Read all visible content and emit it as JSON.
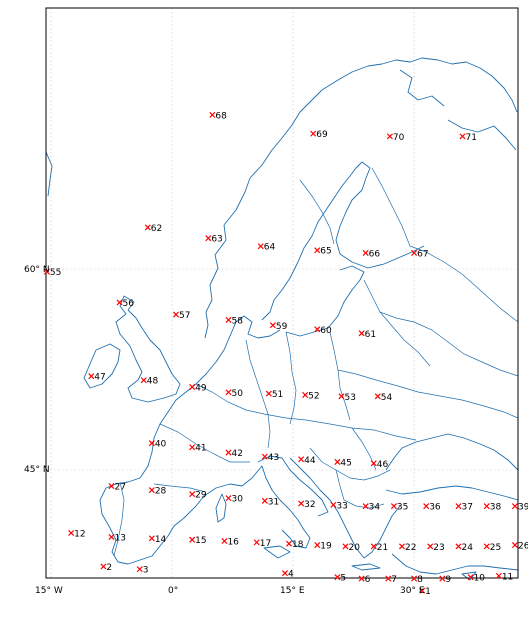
{
  "map": {
    "lat_labels": [
      "60° N",
      "45° N"
    ],
    "lon_labels": [
      "15° W",
      "0°",
      "15° E",
      "30° E"
    ],
    "colors": {
      "marker": "#ff0000",
      "coast": "#1f6fb0",
      "frame": "#000000"
    },
    "stations": [
      {
        "id": "1",
        "lon": 31.0,
        "lat": 36.0
      },
      {
        "id": "2",
        "lon": -8.5,
        "lat": 37.8
      },
      {
        "id": "3",
        "lon": -4.0,
        "lat": 37.6
      },
      {
        "id": "4",
        "lon": 14.0,
        "lat": 37.3
      },
      {
        "id": "5",
        "lon": 20.5,
        "lat": 37.0
      },
      {
        "id": "6",
        "lon": 23.5,
        "lat": 36.9
      },
      {
        "id": "7",
        "lon": 26.8,
        "lat": 36.9
      },
      {
        "id": "8",
        "lon": 30.0,
        "lat": 36.9
      },
      {
        "id": "9",
        "lon": 33.5,
        "lat": 36.9
      },
      {
        "id": "10",
        "lon": 37.0,
        "lat": 37.0
      },
      {
        "id": "11",
        "lon": 40.5,
        "lat": 37.1
      },
      {
        "id": "12",
        "lon": -12.5,
        "lat": 40.3
      },
      {
        "id": "13",
        "lon": -7.5,
        "lat": 40.0
      },
      {
        "id": "14",
        "lon": -2.5,
        "lat": 39.9
      },
      {
        "id": "15",
        "lon": 2.5,
        "lat": 39.8
      },
      {
        "id": "16",
        "lon": 6.5,
        "lat": 39.7
      },
      {
        "id": "17",
        "lon": 10.5,
        "lat": 39.6
      },
      {
        "id": "18",
        "lon": 14.5,
        "lat": 39.5
      },
      {
        "id": "19",
        "lon": 18.0,
        "lat": 39.4
      },
      {
        "id": "20",
        "lon": 21.5,
        "lat": 39.3
      },
      {
        "id": "21",
        "lon": 25.0,
        "lat": 39.3
      },
      {
        "id": "22",
        "lon": 28.5,
        "lat": 39.3
      },
      {
        "id": "23",
        "lon": 32.0,
        "lat": 39.3
      },
      {
        "id": "24",
        "lon": 35.5,
        "lat": 39.3
      },
      {
        "id": "25",
        "lon": 39.0,
        "lat": 39.3
      },
      {
        "id": "26",
        "lon": 42.5,
        "lat": 39.4
      },
      {
        "id": "27",
        "lon": -7.5,
        "lat": 43.8
      },
      {
        "id": "28",
        "lon": -2.5,
        "lat": 43.5
      },
      {
        "id": "29",
        "lon": 2.5,
        "lat": 43.2
      },
      {
        "id": "30",
        "lon": 7.0,
        "lat": 42.9
      },
      {
        "id": "31",
        "lon": 11.5,
        "lat": 42.7
      },
      {
        "id": "32",
        "lon": 16.0,
        "lat": 42.5
      },
      {
        "id": "33",
        "lon": 20.0,
        "lat": 42.4
      },
      {
        "id": "34",
        "lon": 24.0,
        "lat": 42.3
      },
      {
        "id": "35",
        "lon": 27.5,
        "lat": 42.3
      },
      {
        "id": "36",
        "lon": 31.5,
        "lat": 42.3
      },
      {
        "id": "37",
        "lon": 35.5,
        "lat": 42.3
      },
      {
        "id": "38",
        "lon": 39.0,
        "lat": 42.3
      },
      {
        "id": "39",
        "lon": 42.5,
        "lat": 42.3
      },
      {
        "id": "40",
        "lon": -2.5,
        "lat": 47.0
      },
      {
        "id": "41",
        "lon": 2.5,
        "lat": 46.7
      },
      {
        "id": "42",
        "lon": 7.0,
        "lat": 46.3
      },
      {
        "id": "43",
        "lon": 11.5,
        "lat": 46.0
      },
      {
        "id": "44",
        "lon": 16.0,
        "lat": 45.8
      },
      {
        "id": "45",
        "lon": 20.5,
        "lat": 45.6
      },
      {
        "id": "46",
        "lon": 25.0,
        "lat": 45.5
      },
      {
        "id": "47",
        "lon": -10.0,
        "lat": 52.0
      },
      {
        "id": "48",
        "lon": -3.5,
        "lat": 51.7
      },
      {
        "id": "49",
        "lon": 2.5,
        "lat": 51.2
      },
      {
        "id": "50",
        "lon": 7.0,
        "lat": 50.8
      },
      {
        "id": "51",
        "lon": 12.0,
        "lat": 50.7
      },
      {
        "id": "52",
        "lon": 16.5,
        "lat": 50.6
      },
      {
        "id": "53",
        "lon": 21.0,
        "lat": 50.5
      },
      {
        "id": "54",
        "lon": 25.5,
        "lat": 50.5
      },
      {
        "id": "55",
        "lon": -15.5,
        "lat": 59.8
      },
      {
        "id": "56",
        "lon": -6.5,
        "lat": 57.5
      },
      {
        "id": "57",
        "lon": 0.5,
        "lat": 56.6
      },
      {
        "id": "58",
        "lon": 7.0,
        "lat": 56.2
      },
      {
        "id": "59",
        "lon": 12.5,
        "lat": 55.8
      },
      {
        "id": "60",
        "lon": 18.0,
        "lat": 55.5
      },
      {
        "id": "61",
        "lon": 23.5,
        "lat": 55.2
      },
      {
        "id": "62",
        "lon": -3.0,
        "lat": 63.1
      },
      {
        "id": "63",
        "lon": 4.5,
        "lat": 62.3
      },
      {
        "id": "64",
        "lon": 11.0,
        "lat": 61.7
      },
      {
        "id": "65",
        "lon": 18.0,
        "lat": 61.4
      },
      {
        "id": "66",
        "lon": 24.0,
        "lat": 61.2
      },
      {
        "id": "67",
        "lon": 30.0,
        "lat": 61.2
      },
      {
        "id": "68",
        "lon": 5.0,
        "lat": 71.5
      },
      {
        "id": "69",
        "lon": 17.5,
        "lat": 70.1
      },
      {
        "id": "70",
        "lon": 27.0,
        "lat": 69.9
      },
      {
        "id": "71",
        "lon": 36.0,
        "lat": 69.9
      }
    ]
  }
}
